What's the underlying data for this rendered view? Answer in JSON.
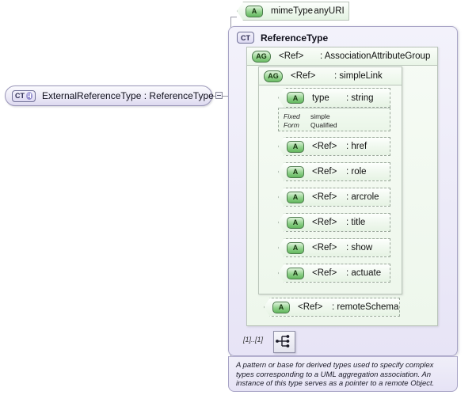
{
  "diagram": {
    "kind": "xsd-schema-diagram",
    "root": {
      "badge": "CT",
      "badge_icon": "complex-type-badge",
      "expander": "plus-icon",
      "label": "ExternalReferenceType : ReferenceType"
    },
    "attribute_mime": {
      "badge": "A",
      "name": "mimeType",
      "type": ": anyURI"
    },
    "complex_type": {
      "badge": "CT",
      "title": "ReferenceType"
    },
    "group_association": {
      "badge": "AG",
      "name": "<Ref>",
      "type": ": AssociationAttributeGroup"
    },
    "group_simplelink": {
      "badge": "AG",
      "name": "<Ref>",
      "type": ": simpleLink"
    },
    "attr_type": {
      "badge": "A",
      "name": "type",
      "type": ": string",
      "facets": [
        {
          "label": "Fixed",
          "value": "simple"
        },
        {
          "label": "Form",
          "value": "Qualified"
        }
      ]
    },
    "ref_attributes": [
      {
        "badge": "A",
        "name": "<Ref>",
        "type": ": href"
      },
      {
        "badge": "A",
        "name": "<Ref>",
        "type": ": role"
      },
      {
        "badge": "A",
        "name": "<Ref>",
        "type": ": arcrole"
      },
      {
        "badge": "A",
        "name": "<Ref>",
        "type": ": title"
      },
      {
        "badge": "A",
        "name": "<Ref>",
        "type": ": show"
      },
      {
        "badge": "A",
        "name": "<Ref>",
        "type": ": actuate"
      }
    ],
    "attr_remote_schema": {
      "badge": "A",
      "name": "<Ref>",
      "type": ": remoteSchema"
    },
    "cardinality": "[1]..[1]",
    "sequence_icon": "sequence-compositor-icon",
    "annotation": "A pattern or base for derived types used to specify complex types corresponding to a UML aggregation association.  An instance of this type serves as a pointer to a remote Object.",
    "colors": {
      "purple_fill": "#e7e4f6",
      "purple_border": "#a8a4c6",
      "green_fill": "#eef7ec",
      "green_border": "#b9c4b9",
      "badge_green": "#6cbd66",
      "line": "#9a9aa8"
    }
  }
}
